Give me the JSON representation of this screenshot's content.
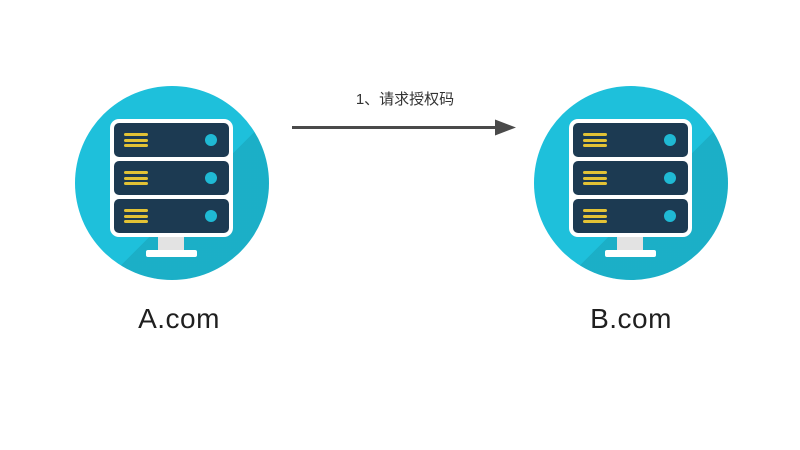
{
  "diagram": {
    "background": "#ffffff",
    "nodes": [
      {
        "id": "a",
        "label": "A.com",
        "icon": "server-icon"
      },
      {
        "id": "b",
        "label": "B.com",
        "icon": "server-icon"
      }
    ],
    "edges": [
      {
        "from": "A.com",
        "to": "B.com",
        "label": "1、请求授权码",
        "direction": "left-to-right"
      }
    ],
    "colors": {
      "circle": "#1ec0db",
      "circle_shadow": "rgba(0,0,0,0.09)",
      "server_body": "#1c3a52",
      "server_lines": "#e2c235",
      "server_dot": "#1fb9d4",
      "monitor_frame": "#ffffff",
      "stand_stem": "#e3e3e3",
      "arrow": "#4a4a4a",
      "label_text": "#1f1f1f"
    }
  }
}
